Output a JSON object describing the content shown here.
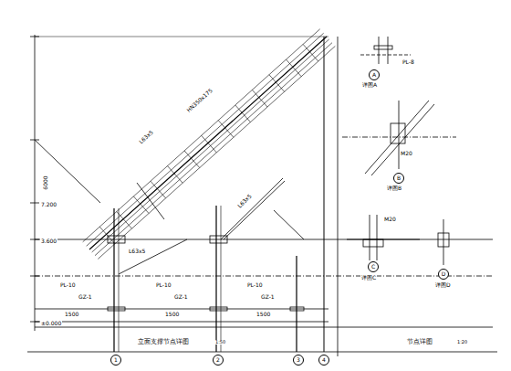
{
  "diagram": {
    "nodes": [
      {
        "text": [
          "A"
        ]
      },
      {
        "text": [
          "B"
        ]
      },
      {
        "text": [
          "C"
        ]
      },
      {
        "text": [
          "D"
        ]
      },
      {
        "text": [
          "1"
        ]
      },
      {
        "text": [
          "2"
        ]
      },
      {
        "text": [
          "3"
        ]
      },
      {
        "text": [
          "4"
        ]
      }
    ],
    "labels": [
      "立面支撑节点详图",
      "1:50",
      "节点详图",
      "1:20",
      "详图A",
      "详图B",
      "详图C",
      "详图D",
      "HN350x175",
      "L63x5",
      "L63x5",
      "L63x5",
      "PL-10",
      "PL-10",
      "PL-10",
      "PL-8",
      "M20",
      "M20",
      "1500",
      "1500",
      "1500",
      "6000",
      "±0.000",
      "3.600",
      "7.200",
      "GZ-1",
      "GZ-1",
      "GZ-1"
    ]
  }
}
